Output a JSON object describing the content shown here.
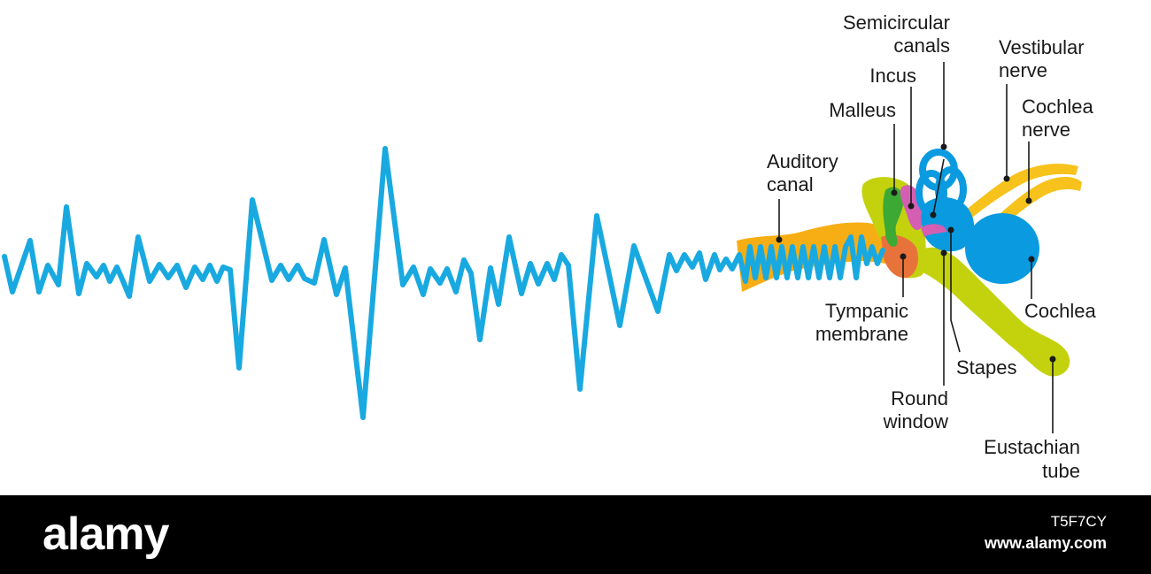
{
  "labels": {
    "semicircular_1": "Semicircular",
    "semicircular_2": "canals",
    "vestibular_1": "Vestibular",
    "vestibular_2": "nerve",
    "incus": "Incus",
    "cochlea_nerve_1": "Cochlea",
    "cochlea_nerve_2": "nerve",
    "malleus": "Malleus",
    "auditory_1": "Auditory",
    "auditory_2": "canal",
    "tympanic_1": "Tympanic",
    "tympanic_2": "membrane",
    "cochlea": "Cochlea",
    "stapes": "Stapes",
    "round_1": "Round",
    "round_2": "window",
    "eustachian_1": "Eustachian",
    "eustachian_2": "tube"
  },
  "colors": {
    "wave": "#19a9e1",
    "canal": "#f7ae14",
    "tube": "#c4d20e",
    "inner": "#0a9ae0",
    "malleus": "#3da935",
    "incus": "#d45fb2",
    "tympanic": "#e8733a",
    "nerve": "#f7c21c"
  },
  "footer": {
    "brand": "alamy",
    "image_id": "T5F7CY",
    "site": "www.alamy.com"
  }
}
